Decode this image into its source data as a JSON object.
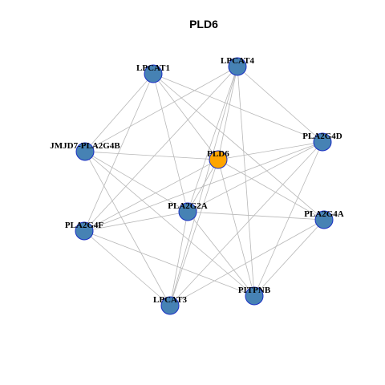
{
  "title": "PLD6",
  "colors": {
    "center": "#FFA500",
    "node": "#4682B4",
    "node_border": "#1A2FC4",
    "edge": "#B8B8B8"
  },
  "nodes": [
    {
      "id": "PLD6",
      "label": "PLD6",
      "center": true
    },
    {
      "id": "LPCAT1",
      "label": "LPCAT1"
    },
    {
      "id": "LPCAT4",
      "label": "LPCAT4"
    },
    {
      "id": "PLA2G4D",
      "label": "PLA2G4D"
    },
    {
      "id": "JMJD7-PLA2G4B",
      "label": "JMJD7-PLA2G4B"
    },
    {
      "id": "PLA2G2A",
      "label": "PLA2G2A"
    },
    {
      "id": "PLA2G4A",
      "label": "PLA2G4A"
    },
    {
      "id": "PLA2G4F",
      "label": "PLA2G4F"
    },
    {
      "id": "PITPNB",
      "label": "PITPNB"
    },
    {
      "id": "LPCAT3",
      "label": "LPCAT3"
    }
  ],
  "edges": [
    [
      "LPCAT1",
      "PLD6"
    ],
    [
      "LPCAT4",
      "PLD6"
    ],
    [
      "PLA2G4D",
      "PLD6"
    ],
    [
      "JMJD7-PLA2G4B",
      "PLD6"
    ],
    [
      "PLA2G2A",
      "PLD6"
    ],
    [
      "PLA2G4A",
      "PLD6"
    ],
    [
      "PLA2G4F",
      "PLD6"
    ],
    [
      "PITPNB",
      "PLD6"
    ],
    [
      "LPCAT1",
      "JMJD7-PLA2G4B"
    ],
    [
      "LPCAT1",
      "PLA2G4F"
    ],
    [
      "LPCAT1",
      "PLA2G4D"
    ],
    [
      "LPCAT1",
      "PLA2G4A"
    ],
    [
      "LPCAT1",
      "PLA2G2A"
    ],
    [
      "LPCAT4",
      "JMJD7-PLA2G4B"
    ],
    [
      "LPCAT4",
      "PLA2G4F"
    ],
    [
      "LPCAT4",
      "PLA2G4D"
    ],
    [
      "LPCAT4",
      "PLA2G2A"
    ],
    [
      "LPCAT4",
      "LPCAT3"
    ],
    [
      "LPCAT4",
      "PITPNB"
    ],
    [
      "PLA2G4D",
      "PLA2G2A"
    ],
    [
      "PLA2G4D",
      "LPCAT3"
    ],
    [
      "PLA2G4D",
      "PITPNB"
    ],
    [
      "PLA2G4D",
      "PLA2G4F"
    ],
    [
      "JMJD7-PLA2G4B",
      "PLA2G2A"
    ],
    [
      "JMJD7-PLA2G4B",
      "LPCAT3"
    ],
    [
      "JMJD7-PLA2G4B",
      "PITPNB"
    ],
    [
      "PLA2G2A",
      "PLA2G4F"
    ],
    [
      "PLA2G2A",
      "PLA2G4A"
    ],
    [
      "PLA2G2A",
      "LPCAT3"
    ],
    [
      "PLA2G2A",
      "PITPNB"
    ],
    [
      "PLA2G4A",
      "LPCAT3"
    ],
    [
      "PLA2G4A",
      "PITPNB"
    ],
    [
      "PLA2G4F",
      "LPCAT3"
    ],
    [
      "PLA2G4F",
      "PITPNB"
    ],
    [
      "LPCAT3",
      "PLD6"
    ]
  ]
}
